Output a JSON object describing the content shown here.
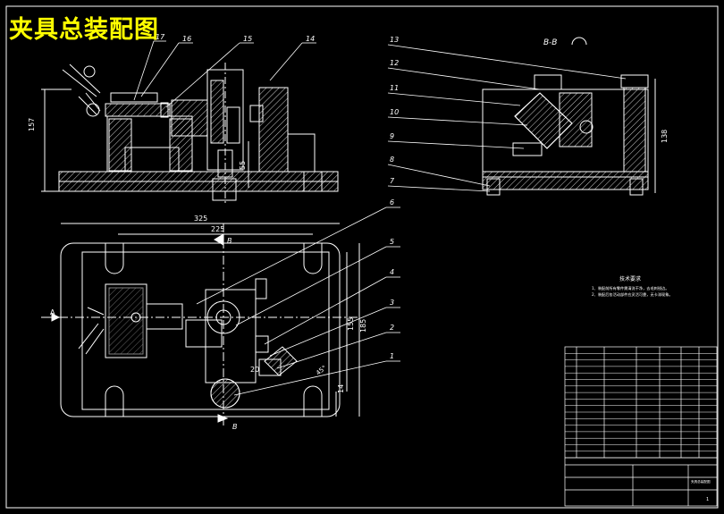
{
  "title": "夹具总装配图",
  "colors": {
    "background": "#000000",
    "title": "#ffff00",
    "lines": "#ffffff",
    "hatch": "#ffffff",
    "label": "#ffffff"
  },
  "section_label": "B-B",
  "view_label_a": "A",
  "view_label_b": "B",
  "dimensions": {
    "front_height": "157",
    "front_small_height": "55",
    "plan_width_overall": "325",
    "plan_width_inner": "225",
    "plan_height_overall": "185",
    "plan_height_inner": "155",
    "plan_small": "20",
    "plan_bottom": "14",
    "plan_angle": "45°",
    "side_height": "138"
  },
  "callouts_front": [
    "17",
    "16",
    "15",
    "14"
  ],
  "callouts_side": [
    "13",
    "12",
    "11",
    "10",
    "9",
    "8",
    "7"
  ],
  "callouts_plan": [
    "6",
    "5",
    "4",
    "3",
    "2",
    "1"
  ],
  "tech_requirements": {
    "heading": "技术要求",
    "items": [
      "1、装配前所有零件需清洗干净，去毛刺锐边。",
      "2、装配后各活动部件应灵活可靠，无卡滞现象。"
    ]
  },
  "title_block": {
    "drawing_name": "夹具总装配图",
    "sheet": "1"
  }
}
